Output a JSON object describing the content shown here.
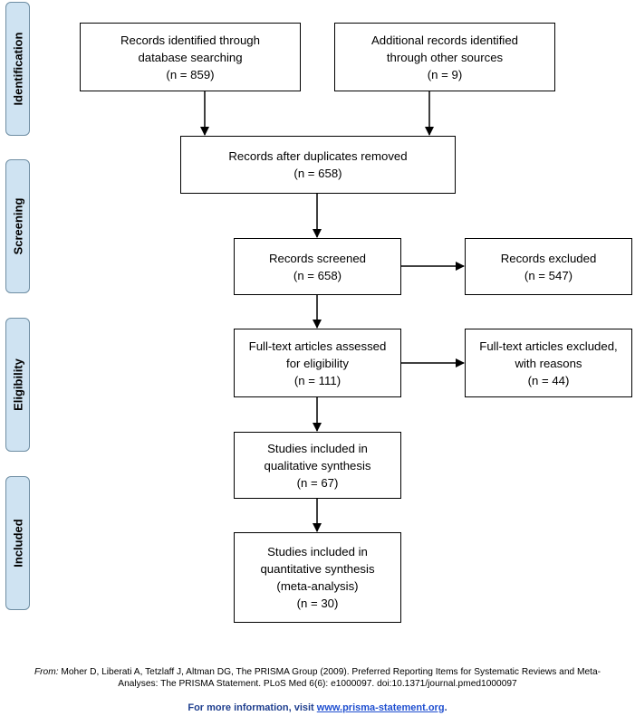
{
  "stages": {
    "identification": "Identification",
    "screening": "Screening",
    "eligibility": "Eligibility",
    "included": "Included"
  },
  "boxes": {
    "db_search": [
      "Records identified through",
      "database searching",
      "(n = 859)"
    ],
    "other_sources": [
      "Additional records identified",
      "through other sources",
      "(n = 9)"
    ],
    "after_duplicates": [
      "Records after duplicates removed",
      "(n = 658)"
    ],
    "screened": [
      "Records screened",
      "(n = 658)"
    ],
    "excluded": [
      "Records excluded",
      "(n = 547)"
    ],
    "fulltext_assessed": [
      "Full-text articles assessed",
      "for eligibility",
      "(n = 111)"
    ],
    "fulltext_excluded": [
      "Full-text articles excluded,",
      "with reasons",
      "(n = 44)"
    ],
    "qualitative": [
      "Studies included in",
      "qualitative synthesis",
      "(n = 67)"
    ],
    "quantitative": [
      "Studies included in",
      "quantitative synthesis",
      "(meta-analysis)",
      "(n = 30)"
    ]
  },
  "citation": {
    "from_label": "From:",
    "line1": "Moher D, Liberati A, Tetzlaff J, Altman DG, The PRISMA Group (2009). Preferred Reporting Items for Systematic Reviews and Meta-",
    "line2": "Analyses: The PRISMA Statement. PLoS Med 6(6): e1000097. doi:10.1371/journal.pmed1000097"
  },
  "footer": {
    "prefix": "For more information, visit ",
    "link": "www.prisma-statement.org",
    "suffix": "."
  },
  "colors": {
    "stage_fill": "#cfe3f2",
    "stage_border": "#6f8ea3",
    "link": "#1f4fd0"
  }
}
